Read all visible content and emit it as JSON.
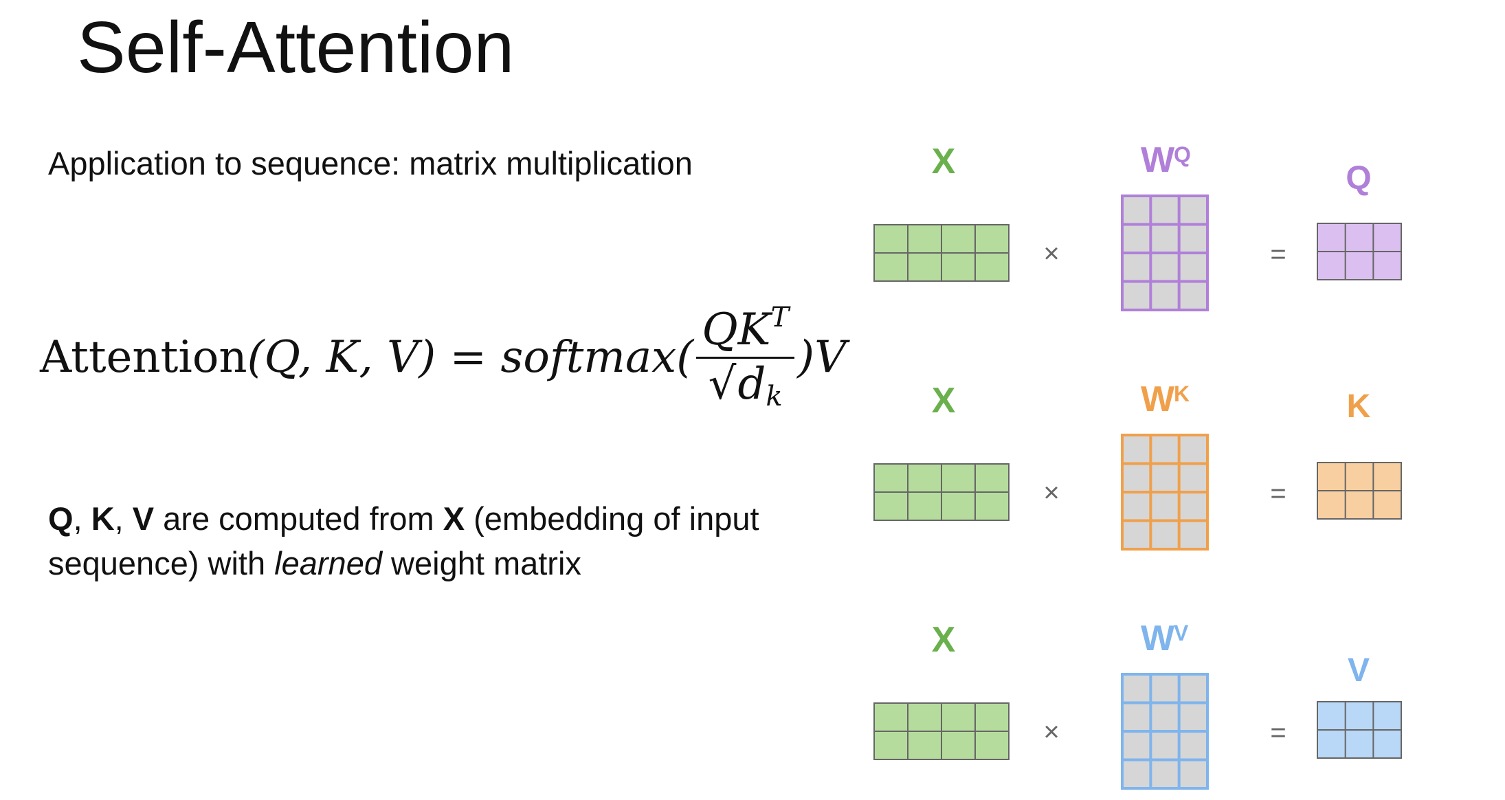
{
  "title": "Self-Attention",
  "subtitle": "Application to sequence: matrix multiplication",
  "formula": {
    "name": "Attention",
    "args": "(Q, K, V) = softmax(",
    "numerator": "QK",
    "numerator_sup": "T",
    "sqrt": "√",
    "denominator": "d",
    "denominator_sub": "k",
    "tail": ")V"
  },
  "paragraph": {
    "q": "Q",
    "sep1": ", ",
    "k": "K",
    "sep2": ", ",
    "v": "V",
    "mid": " are computed from ",
    "x": "X",
    "rest1": " (embedding of input sequence) with ",
    "learned": "learned",
    "rest2": " weight matrix"
  },
  "diagram": {
    "times": "×",
    "equals": "=",
    "rows": [
      {
        "x_label": "X",
        "w_label": "W",
        "w_sup": "Q",
        "out_label": "Q",
        "x_color": "#6ab04c",
        "color": "#b07fd9",
        "w_fill": "#d6d6d6",
        "out_fill": "#dbbff0",
        "x_fill": "#b5dc9d"
      },
      {
        "x_label": "X",
        "w_label": "W",
        "w_sup": "K",
        "out_label": "K",
        "x_color": "#6ab04c",
        "color": "#f0a04b",
        "w_fill": "#d6d6d6",
        "out_fill": "#f8cfa1",
        "x_fill": "#b5dc9d"
      },
      {
        "x_label": "X",
        "w_label": "W",
        "w_sup": "V",
        "out_label": "V",
        "x_color": "#6ab04c",
        "color": "#7fb4ec",
        "w_fill": "#d6d6d6",
        "out_fill": "#b9d7f6",
        "x_fill": "#b5dc9d"
      }
    ]
  }
}
